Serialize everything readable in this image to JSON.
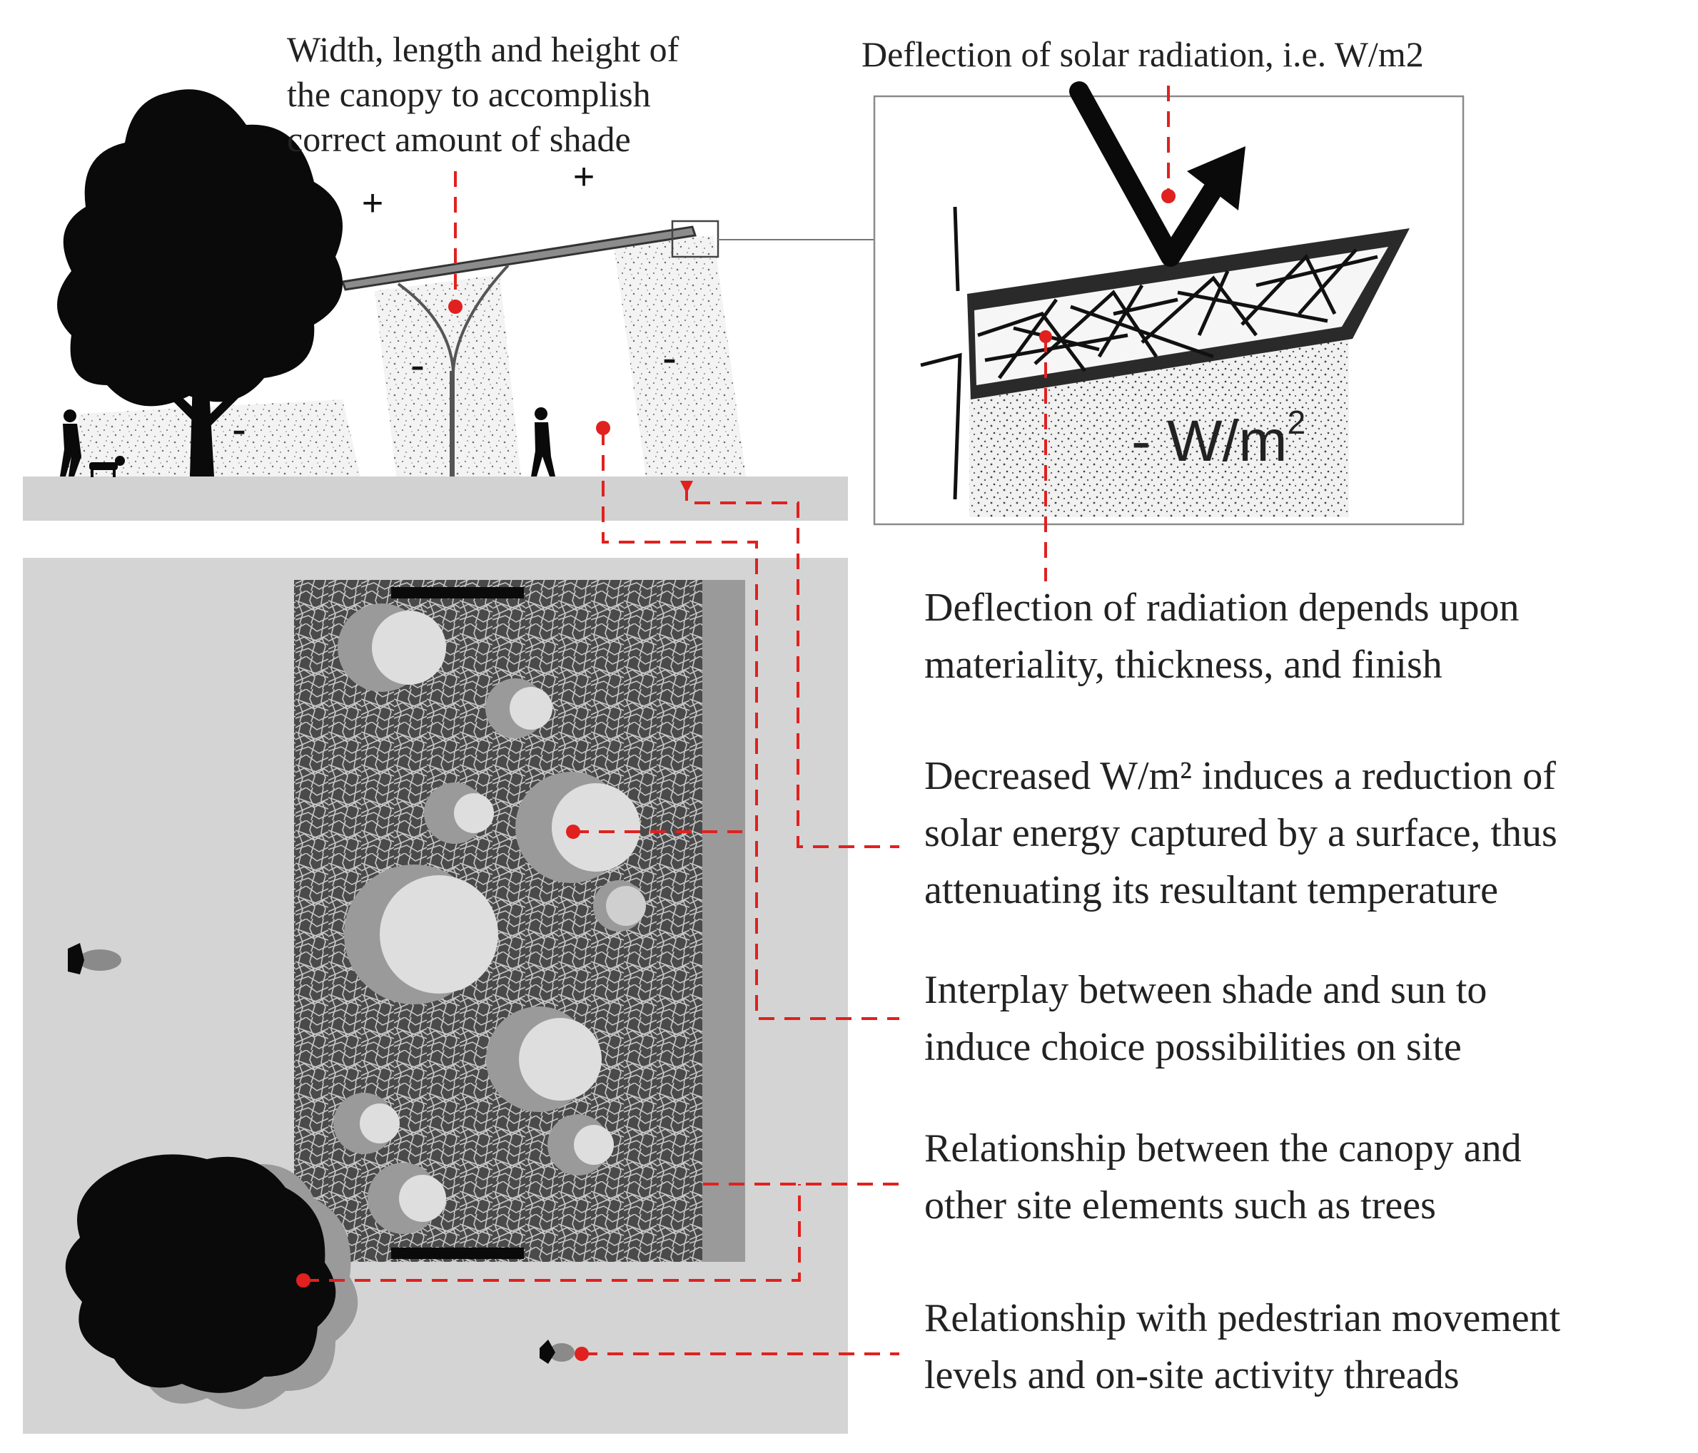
{
  "colors": {
    "ground": "#d2d2d2",
    "plan_bg": "#d4d4d4",
    "black": "#0a0a0a",
    "mid_grey": "#9a9a9a",
    "light_grey": "#dedede",
    "leader_red": "#e0211f",
    "frame": "#8a8a8a"
  },
  "labels": {
    "canopy_dimensions": [
      "Width, length and height of",
      "the canopy to accomplish",
      "correct amount of shade"
    ],
    "solar_deflection": "Deflection of solar radiation, i.e. W/m2",
    "material_deflection": [
      "Deflection of radiation depends upon",
      "materiality, thickness, and finish"
    ],
    "decreased_wm2": [
      "Decreased W/m² induces a reduction of",
      "solar energy captured by a surface, thus",
      "attenuating its resultant temperature"
    ],
    "shade_sun": [
      "Interplay between shade and sun to",
      "induce choice possibilities on site"
    ],
    "site_elements": [
      "Relationship between the canopy and",
      "other site elements such as trees"
    ],
    "pedestrian": [
      "Relationship with pedestrian movement",
      "levels and on-site activity threads"
    ]
  },
  "detail": {
    "flux_prefix": "- W/m",
    "flux_exponent": "2"
  },
  "signs": {
    "plus": "+",
    "minus": "-"
  },
  "icons": [
    "tree-icon",
    "pedestrian-icon",
    "dog-icon",
    "sun-ray-arrow-icon",
    "reflected-arrow-icon",
    "tree-canopy-plan-icon"
  ]
}
